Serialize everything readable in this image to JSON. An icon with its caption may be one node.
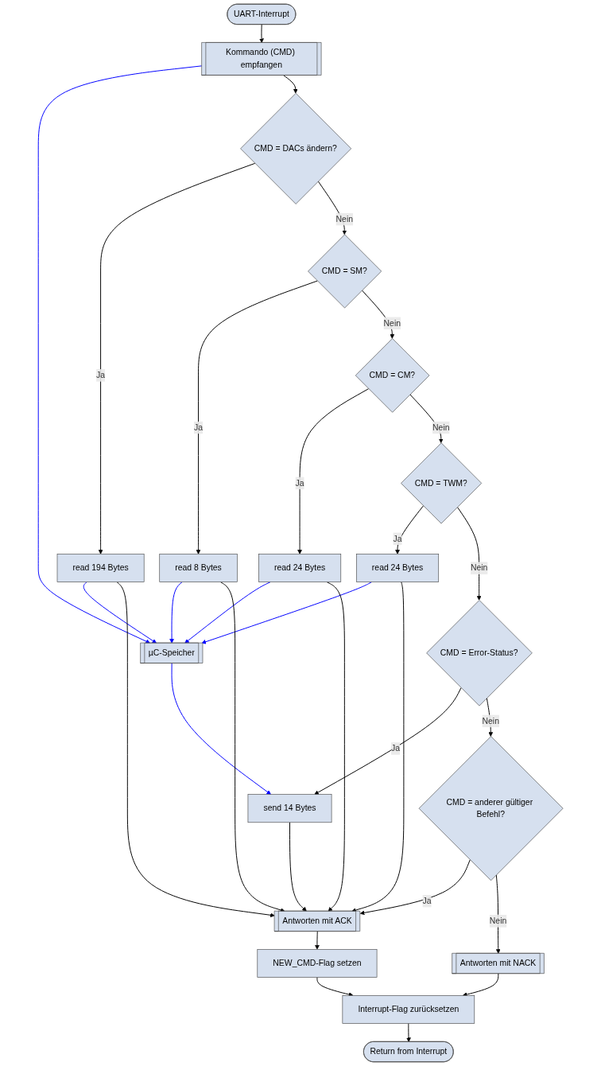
{
  "diagram": {
    "nodes": [
      {
        "text": [
          "UART-Interrupt"
        ]
      },
      {
        "text": [
          "Kommando (CMD) empfangen"
        ]
      },
      {
        "text": [
          "CMD = DACs ändern?"
        ]
      },
      {
        "text": [
          "read 194 Bytes"
        ]
      },
      {
        "text": [
          "µC-Speicher"
        ]
      },
      {
        "text": [
          "CMD = SM?"
        ]
      },
      {
        "text": [
          "read 8 Bytes"
        ]
      },
      {
        "text": [
          "CMD = CM?"
        ]
      },
      {
        "text": [
          "read 24 Bytes"
        ]
      },
      {
        "text": [
          "CMD = TWM?"
        ]
      },
      {
        "text": [
          "read 24 Bytes"
        ]
      },
      {
        "text": [
          "CMD = Error-Status?"
        ]
      },
      {
        "text": [
          "send 14 Bytes"
        ]
      },
      {
        "text": [
          "CMD = anderer gültiger Befehl?"
        ]
      },
      {
        "text": [
          "Antworten mit NACK"
        ]
      },
      {
        "text": [
          "Antworten mit ACK"
        ]
      },
      {
        "text": [
          "Interrupt-Flag zurücksetzen"
        ]
      },
      {
        "text": [
          "NEW_CMD-Flag setzen"
        ]
      },
      {
        "text": [
          "Return from Interrupt"
        ]
      }
    ],
    "edges": [
      {
        "from": 0,
        "to": 1,
        "arrow": "to"
      },
      {
        "from": 1,
        "to": 4,
        "arrow": "to",
        "color": "#0000ff"
      },
      {
        "from": 1,
        "to": 2,
        "arrow": "to"
      },
      {
        "from": 2,
        "to": 3,
        "arrow": "to",
        "label": "Ja"
      },
      {
        "from": 3,
        "to": 4,
        "arrow": "to",
        "color": "#0000ff"
      },
      {
        "from": 2,
        "to": 5,
        "arrow": "to",
        "label": "Nein"
      },
      {
        "from": 5,
        "to": 6,
        "arrow": "to",
        "label": "Ja"
      },
      {
        "from": 6,
        "to": 4,
        "arrow": "to",
        "color": "#0000ff"
      },
      {
        "from": 5,
        "to": 7,
        "arrow": "to",
        "label": "Nein"
      },
      {
        "from": 7,
        "to": 8,
        "arrow": "to",
        "label": "Ja"
      },
      {
        "from": 8,
        "to": 4,
        "arrow": "to",
        "color": "#0000ff"
      },
      {
        "from": 7,
        "to": 9,
        "arrow": "to",
        "label": "Nein"
      },
      {
        "from": 9,
        "to": 10,
        "arrow": "to",
        "label": "Ja"
      },
      {
        "from": 10,
        "to": 4,
        "arrow": "to",
        "color": "#0000ff"
      },
      {
        "from": 9,
        "to": 11,
        "arrow": "to",
        "label": "Nein"
      },
      {
        "from": 11,
        "to": 12,
        "arrow": "to",
        "label": "Ja"
      },
      {
        "from": 4,
        "to": 12,
        "arrow": "to",
        "color": "#0000ff"
      },
      {
        "from": 11,
        "to": 13,
        "arrow": "to",
        "label": "Nein"
      },
      {
        "from": 13,
        "to": 15,
        "arrow": "to",
        "label": "Ja"
      },
      {
        "from": 3,
        "to": 15,
        "arrow": "to"
      },
      {
        "from": 6,
        "to": 15,
        "arrow": "to"
      },
      {
        "from": 8,
        "to": 15,
        "arrow": "to"
      },
      {
        "from": 10,
        "to": 15,
        "arrow": "to"
      },
      {
        "from": 12,
        "to": 15,
        "arrow": "to"
      },
      {
        "from": 13,
        "to": 14,
        "arrow": "to",
        "label": "Nein"
      },
      {
        "from": 14,
        "to": 16,
        "arrow": "to"
      },
      {
        "from": 15,
        "to": 17,
        "arrow": "to"
      },
      {
        "from": 17,
        "to": 16,
        "arrow": "to"
      },
      {
        "from": 16,
        "to": 18,
        "arrow": "to"
      }
    ]
  }
}
